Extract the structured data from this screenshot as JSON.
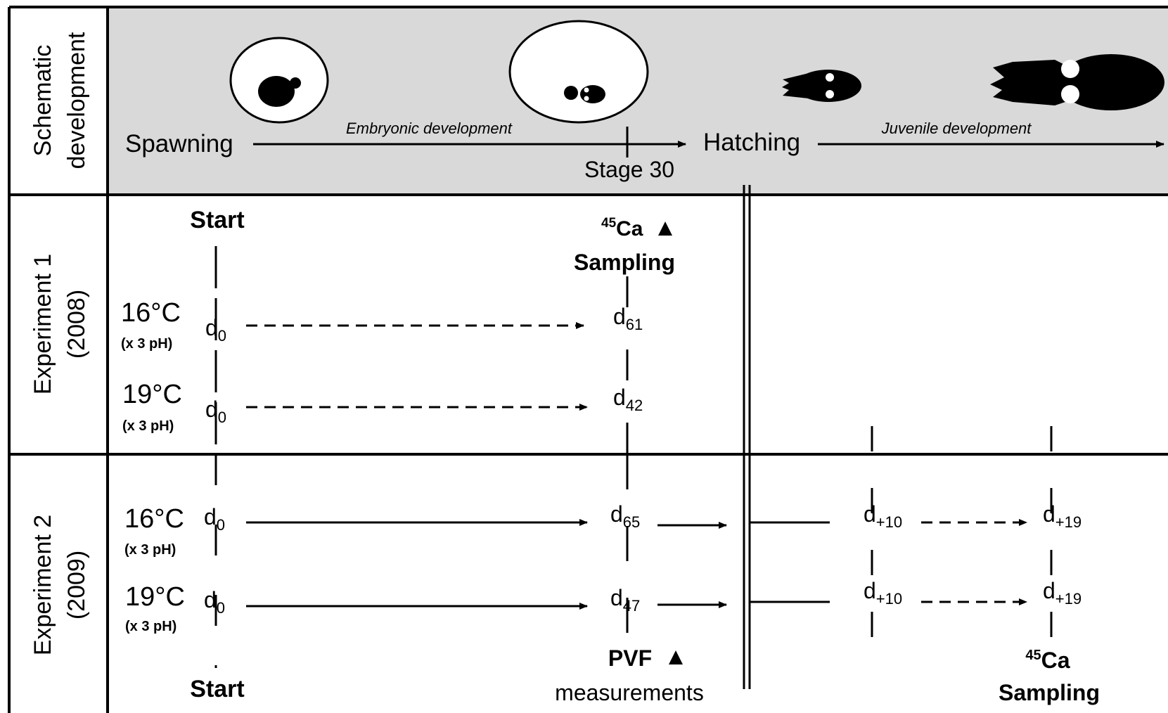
{
  "rows": {
    "schematic_label_line1": "Schematic",
    "schematic_label_line2": "development",
    "exp1_label_line1": "Experiment 1",
    "exp1_label_line2": "(2008)",
    "exp2_label_line1": "Experiment 2",
    "exp2_label_line2": "(2009)"
  },
  "schematic": {
    "spawning": "Spawning",
    "embryonic": "Embryonic development",
    "stage": "Stage 30",
    "hatching": "Hatching",
    "juvenile": "Juvenile development"
  },
  "exp1": {
    "start": "Start",
    "ca_sup": "45",
    "ca": "Ca",
    "sampling": "Sampling",
    "temp1": "16°C",
    "ph1": "(x 3 pH)",
    "temp2": "19°C",
    "ph2": "(x 3 pH)",
    "d": "d",
    "d0": "0",
    "d61": "61",
    "d42": "42"
  },
  "exp2": {
    "start": "Start",
    "temp1": "16°C",
    "ph1": "(x 3 pH)",
    "temp2": "19°C",
    "ph2": "(x 3 pH)",
    "d": "d",
    "d0": "0",
    "d65": "65",
    "d47": "47",
    "dp10": "+10",
    "dp19": "+19",
    "pvf": "PVF",
    "measurements": "measurements",
    "ca_sup": "45",
    "ca": "Ca",
    "sampling": "Sampling"
  },
  "colors": {
    "schematic_bg": "#d9d9d9",
    "ink": "#000000"
  }
}
